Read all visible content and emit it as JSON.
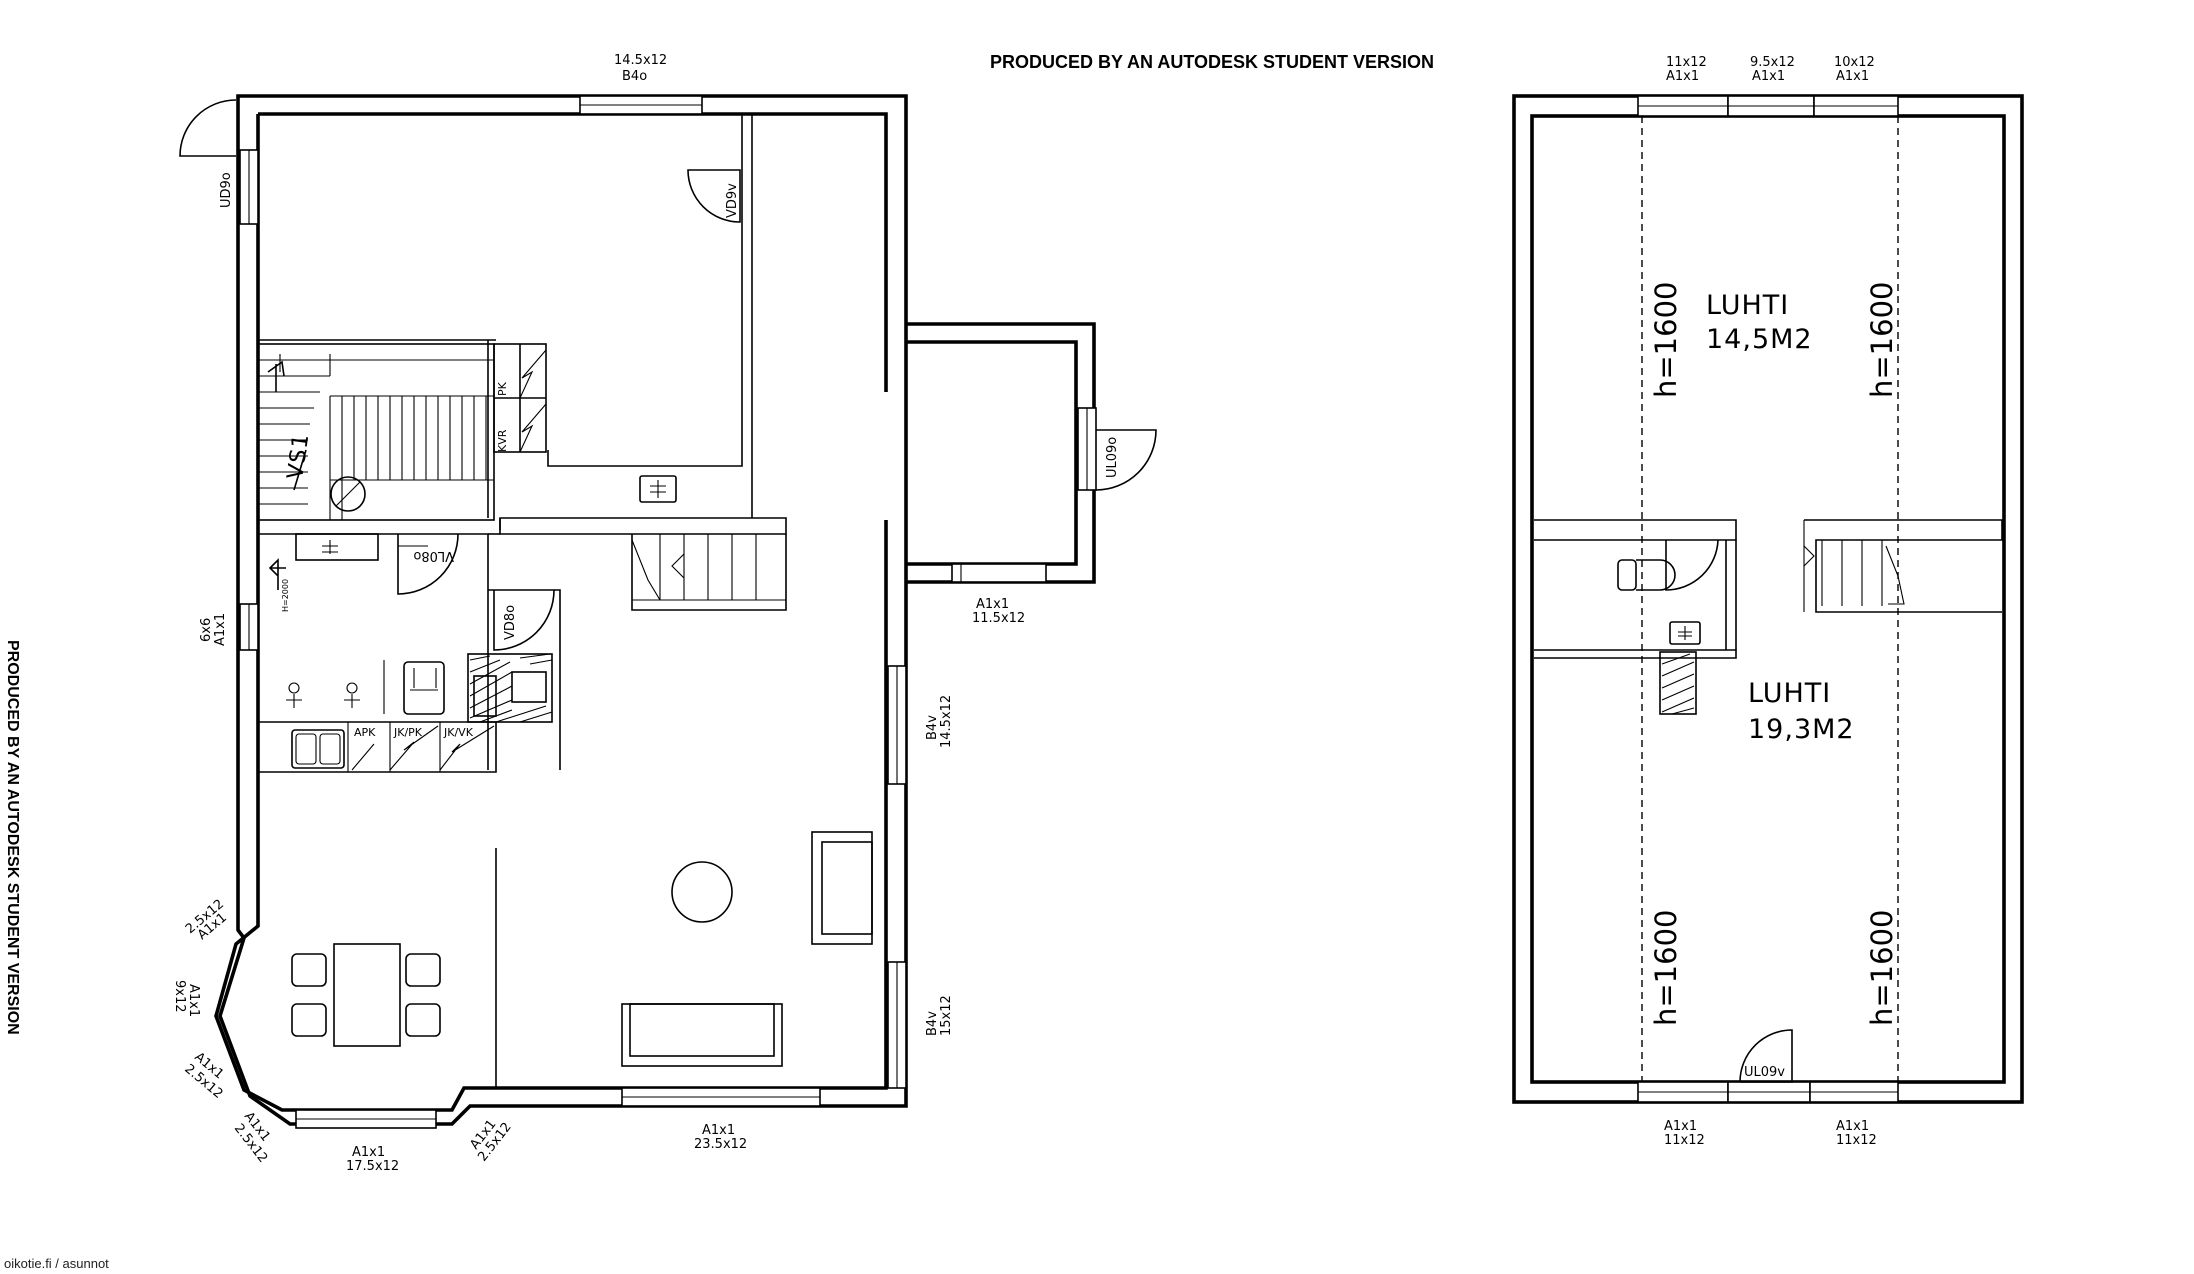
{
  "header": {
    "produced_by": "PRODUCED BY AN AUTODESK STUDENT VERSION",
    "produced_by_side": "PRODUCED BY AN AUTODESK STUDENT VERSION"
  },
  "ground_floor": {
    "windows": {
      "top": {
        "size": "14.5x12",
        "type": "B4o"
      },
      "left_small": {
        "size": "6x6",
        "type": "A1x1"
      },
      "bay_upper": {
        "size": "2.5x12",
        "type": "A1x1"
      },
      "bay_side": {
        "size": "9x12",
        "type": "A1x1"
      },
      "bay_lower": {
        "size": "2.5x12",
        "type": "A1x1"
      },
      "bay_corner": {
        "size": "2.5x12",
        "type": "A1x1"
      },
      "bottom_bay": {
        "size": "17.5x12",
        "type": "A1x1"
      },
      "bottom_corner": {
        "size": "2.5x12",
        "type": "A1x1"
      },
      "bottom_main": {
        "size": "23.5x12",
        "type": "A1x1"
      },
      "right_upper": {
        "size": "14.5x12",
        "type": "B4v"
      },
      "right_lower": {
        "size": "15x12",
        "type": "B4v"
      },
      "porch": {
        "size": "11.5x12",
        "type": "A1x1"
      }
    },
    "doors": {
      "entry_left": "UD9o",
      "upper_room": "VD9v",
      "porch": "UL09o",
      "sauna": "VL08o",
      "toilet": "VD8o"
    },
    "labels": {
      "stair": "VS1",
      "pk": "PK",
      "kvr": "KVR",
      "shower_height": "H=2000",
      "apk": "APK",
      "jk_pk": "JK/PK",
      "jk_vk": "JK/VK"
    }
  },
  "loft": {
    "top_windows": [
      {
        "size": "11x12",
        "type": "A1x1"
      },
      {
        "size": "9.5x12",
        "type": "A1x1"
      },
      {
        "size": "10x12",
        "type": "A1x1"
      }
    ],
    "bottom_windows": [
      {
        "type": "A1x1",
        "size": "11x12"
      },
      {
        "type": "A1x1",
        "size": "11x12"
      }
    ],
    "room_top": {
      "name": "LUHTI",
      "area": "14,5M2"
    },
    "room_bottom": {
      "name": "LUHTI",
      "area": "19,3M2"
    },
    "heights": [
      "h=1600",
      "h=1600",
      "h=1600",
      "h=1600"
    ],
    "door": "UL09v"
  },
  "watermark": "oikotie.fi / asunnot"
}
